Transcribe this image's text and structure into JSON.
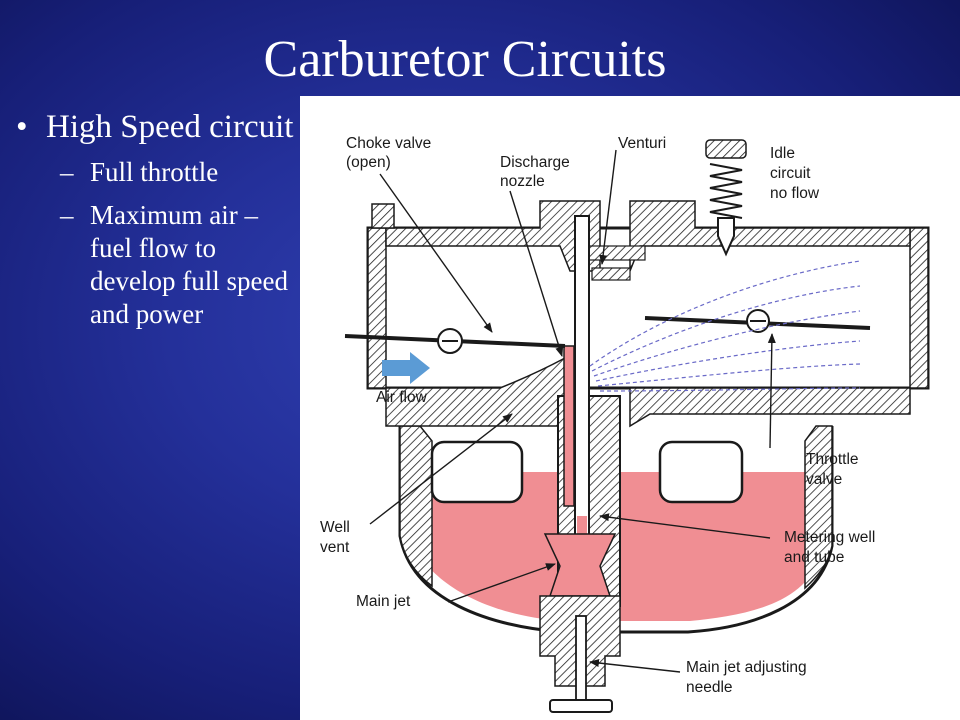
{
  "slide": {
    "title": "Carburetor Circuits",
    "bullet_main": "High Speed circuit",
    "sub_bullets": [
      "Full throttle",
      " Maximum air – fuel flow to develop full speed and power"
    ],
    "bullet_glyph": "•",
    "dash_glyph": "–"
  },
  "diagram": {
    "labels": {
      "choke_valve": [
        "Choke valve",
        "(open)"
      ],
      "discharge_nozzle": [
        "Discharge",
        "nozzle"
      ],
      "venturi": [
        "Venturi"
      ],
      "idle_circuit": [
        "Idle",
        "circuit",
        "no flow"
      ],
      "air_flow": [
        "Air flow"
      ],
      "throttle_valve": [
        "Throttle",
        "valve"
      ],
      "well_vent": [
        "Well",
        "vent"
      ],
      "metering_well": [
        "Metering well",
        "and tube"
      ],
      "main_jet": [
        "Main jet"
      ],
      "adjusting_needle": [
        "Main jet adjusting",
        "needle"
      ]
    },
    "colors": {
      "fuel": "#f08e93",
      "ink": "#1a1a1a",
      "airflow_arrow": "#5b9bd5",
      "spray": "#6a6ac8"
    }
  }
}
